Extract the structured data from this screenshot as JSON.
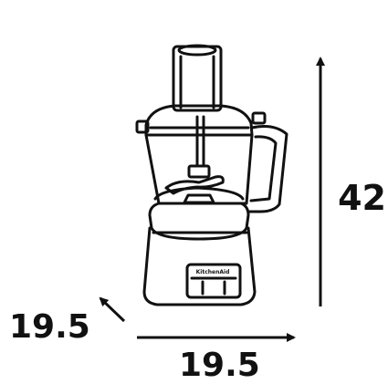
{
  "dimensions": {
    "height": "42",
    "depth": "19.5",
    "width": "19.5"
  },
  "product_panel_text": "KitchenAid",
  "colors": {
    "line": "#111111",
    "background": "#ffffff"
  }
}
